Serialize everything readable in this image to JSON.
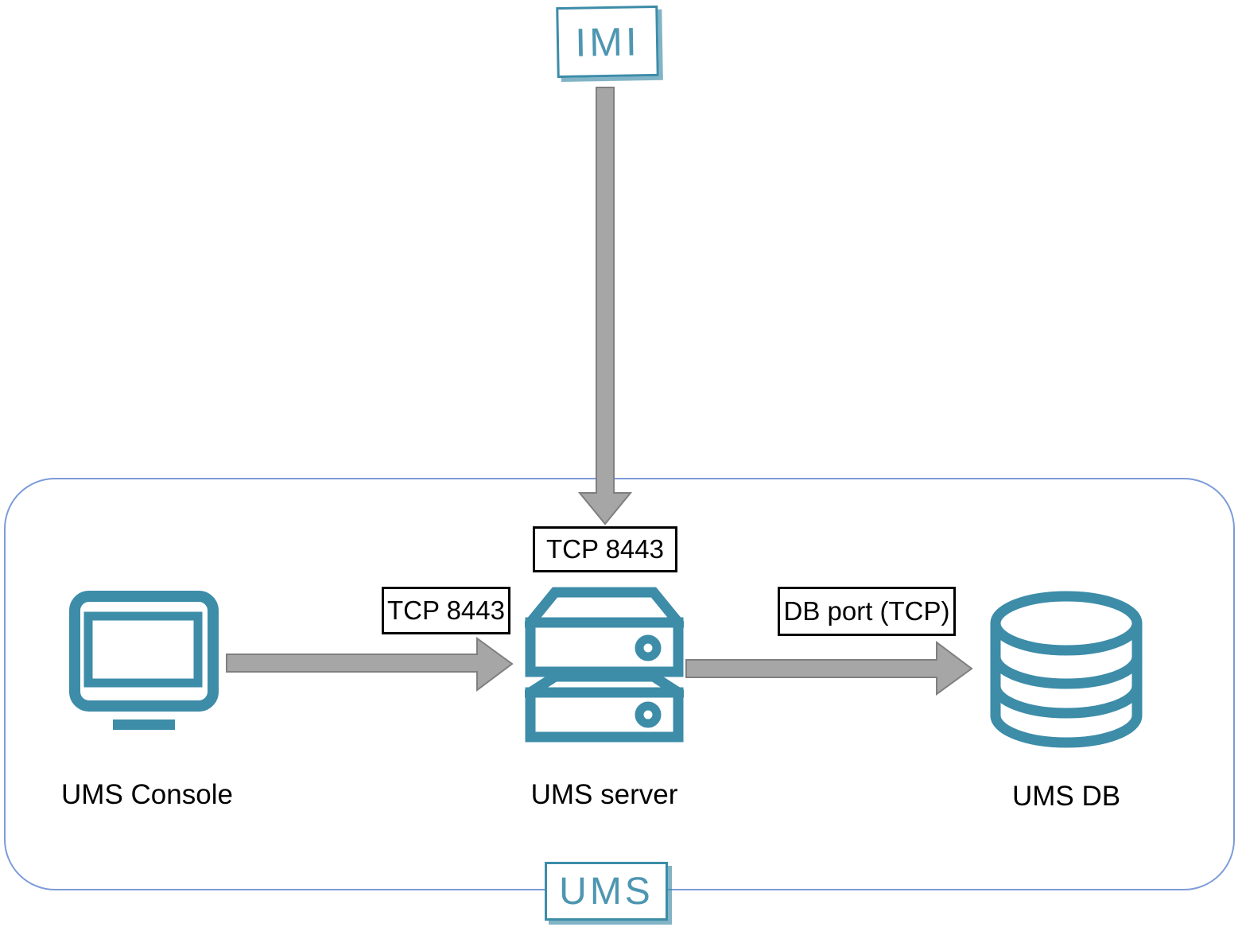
{
  "diagram": {
    "external_node": {
      "label": "IMI"
    },
    "zone": {
      "label": "UMS"
    },
    "nodes": [
      {
        "label": "UMS Console",
        "icon": "monitor-icon"
      },
      {
        "label": "UMS server",
        "icon": "server-stack-icon"
      },
      {
        "label": "UMS DB",
        "icon": "database-icon"
      }
    ],
    "connections": [
      {
        "from": "IMI",
        "to": "UMS server",
        "label": "TCP 8443",
        "direction": "down"
      },
      {
        "from": "UMS Console",
        "to": "UMS server",
        "label": "TCP 8443",
        "direction": "right"
      },
      {
        "from": "UMS server",
        "to": "UMS DB",
        "label": "DB port (TCP)",
        "direction": "right"
      }
    ],
    "colors": {
      "icon_teal": "#3D8CA8",
      "brand_text_teal": "#4E96B1",
      "zone_border_blue": "#7C9BD9",
      "arrow_gray_fill": "#A6A6A6",
      "arrow_gray_stroke": "#7F7F7F",
      "label_border": "#000000"
    }
  }
}
